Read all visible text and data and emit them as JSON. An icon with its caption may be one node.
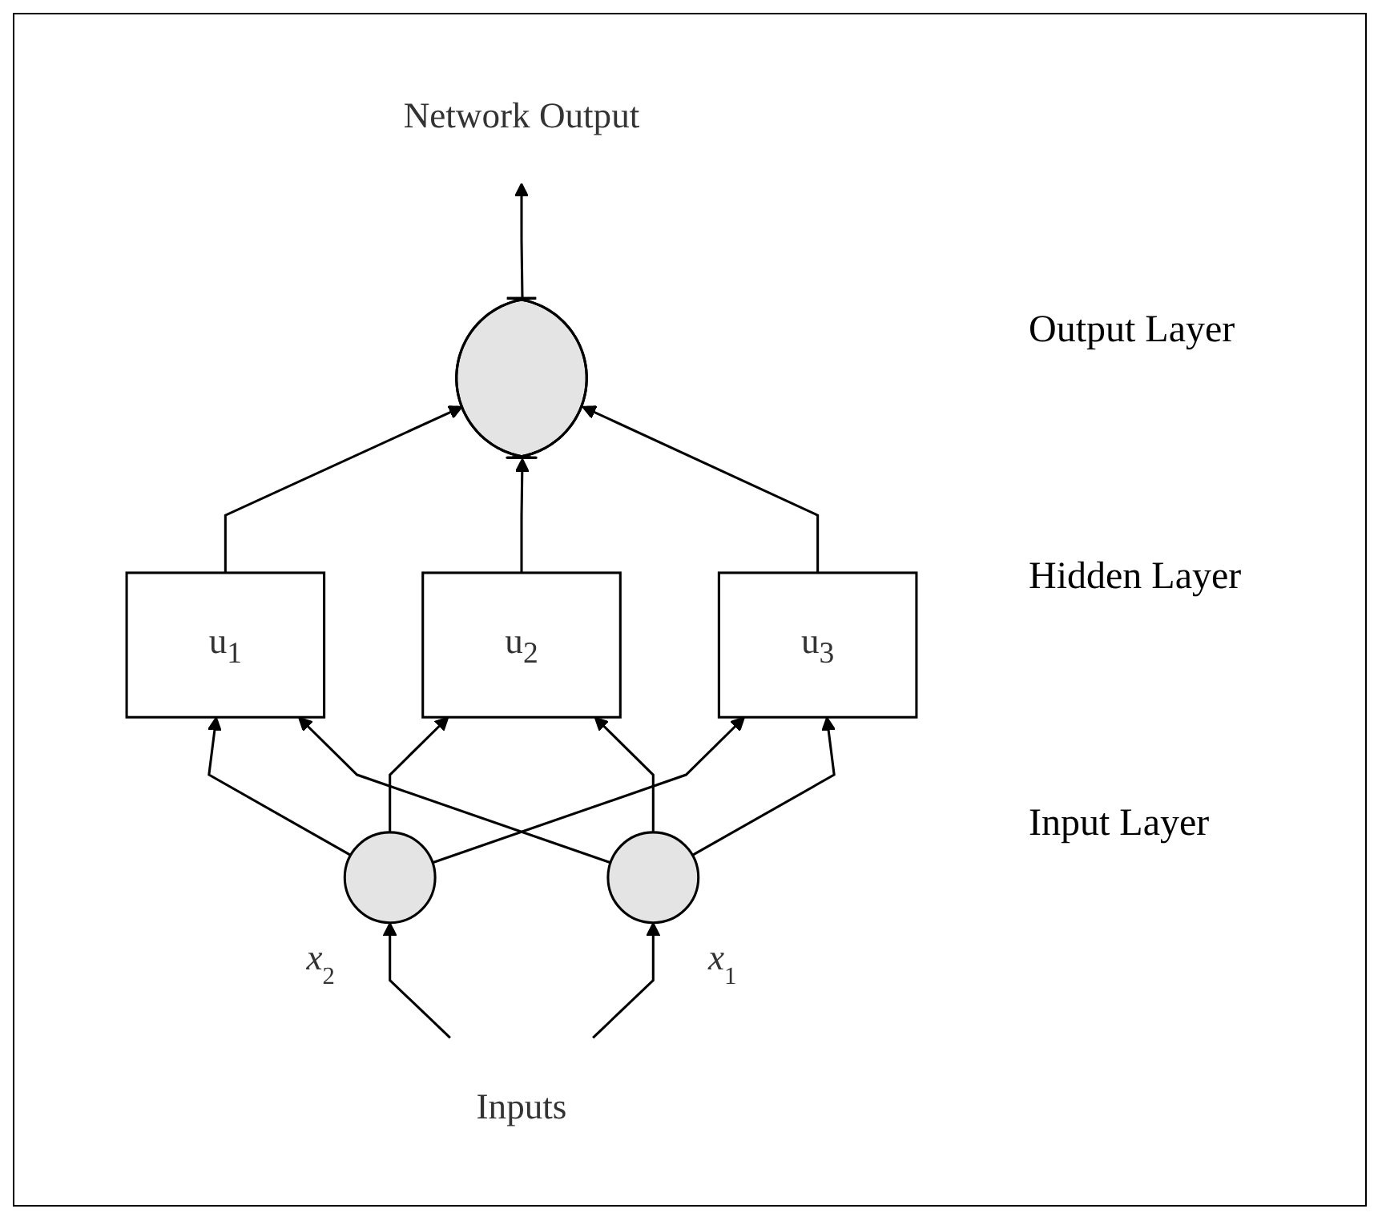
{
  "diagram": {
    "nodes": [
      {
        "text": [
          "Network Output"
        ]
      },
      {
        "text": [],
        "shape": "ellipse"
      },
      {
        "text": [
          "u$_{1}$"
        ]
      },
      {
        "text": [
          "u$_{2}$"
        ]
      },
      {
        "text": [
          "u$_{3}$"
        ]
      },
      {
        "text": [],
        "shape": "circle",
        "beside": [
          "x$_{2}$"
        ]
      },
      {
        "text": [],
        "shape": "circle",
        "beside": [
          "x$_{1}$"
        ]
      },
      {
        "text": [
          "Inputs"
        ]
      }
    ],
    "edges": [
      {
        "from": 1,
        "to": 0,
        "arrow": "to"
      },
      {
        "from": 2,
        "to": 1,
        "arrow": "to"
      },
      {
        "from": 3,
        "to": 1,
        "arrow": "to"
      },
      {
        "from": 4,
        "to": 1,
        "arrow": "to"
      },
      {
        "from": 5,
        "to": 2,
        "arrow": "to"
      },
      {
        "from": 5,
        "to": 3,
        "arrow": "to"
      },
      {
        "from": 5,
        "to": 4,
        "arrow": "to"
      },
      {
        "from": 6,
        "to": 2,
        "arrow": "to"
      },
      {
        "from": 6,
        "to": 3,
        "arrow": "to"
      },
      {
        "from": 6,
        "to": 4,
        "arrow": "to"
      },
      {
        "from": 7,
        "to": 5,
        "arrow": "to"
      },
      {
        "from": 7,
        "to": 6,
        "arrow": "to"
      }
    ],
    "labels": [
      "Output Layer",
      "Hidden Layer",
      "Input Layer"
    ]
  }
}
